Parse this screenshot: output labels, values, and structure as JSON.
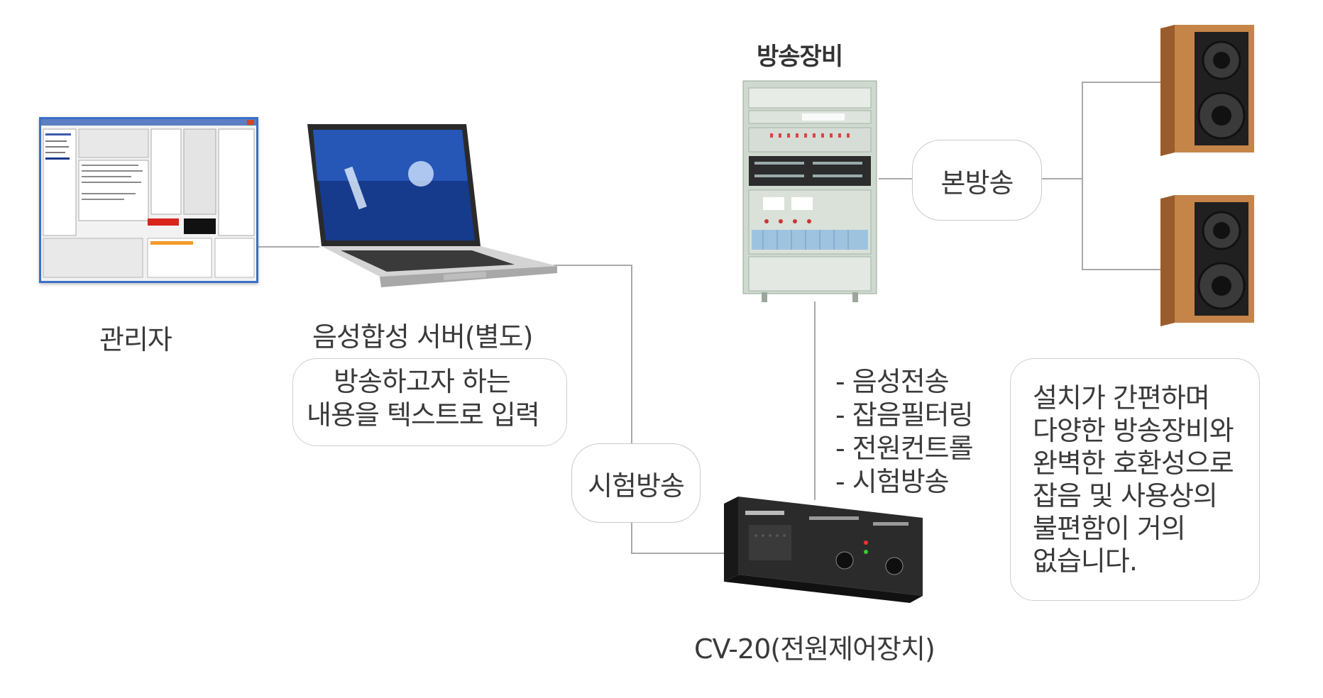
{
  "nodes": {
    "admin": {
      "label": "관리자"
    },
    "tts_server": {
      "label": "음성합성 서버(별도)"
    },
    "broadcast_equipment": {
      "label": "방송장비"
    },
    "cv20": {
      "label": "CV-20(전원제어장치)"
    }
  },
  "pills": {
    "test_broadcast": "시험방송",
    "main_broadcast": "본방송"
  },
  "input_note": {
    "line1": "방송하고자 하는",
    "line2": "내용을 텍스트로 입력"
  },
  "features": [
    "- 음성전송",
    "- 잡음필터링",
    "- 전원컨트롤",
    "- 시험방송"
  ],
  "benefit_note": [
    "설치가 간편하며",
    "다양한 방송장비와",
    "완벽한 호환성으로",
    "잡음 및 사용상의",
    "불편함이 거의",
    "없습니다."
  ]
}
